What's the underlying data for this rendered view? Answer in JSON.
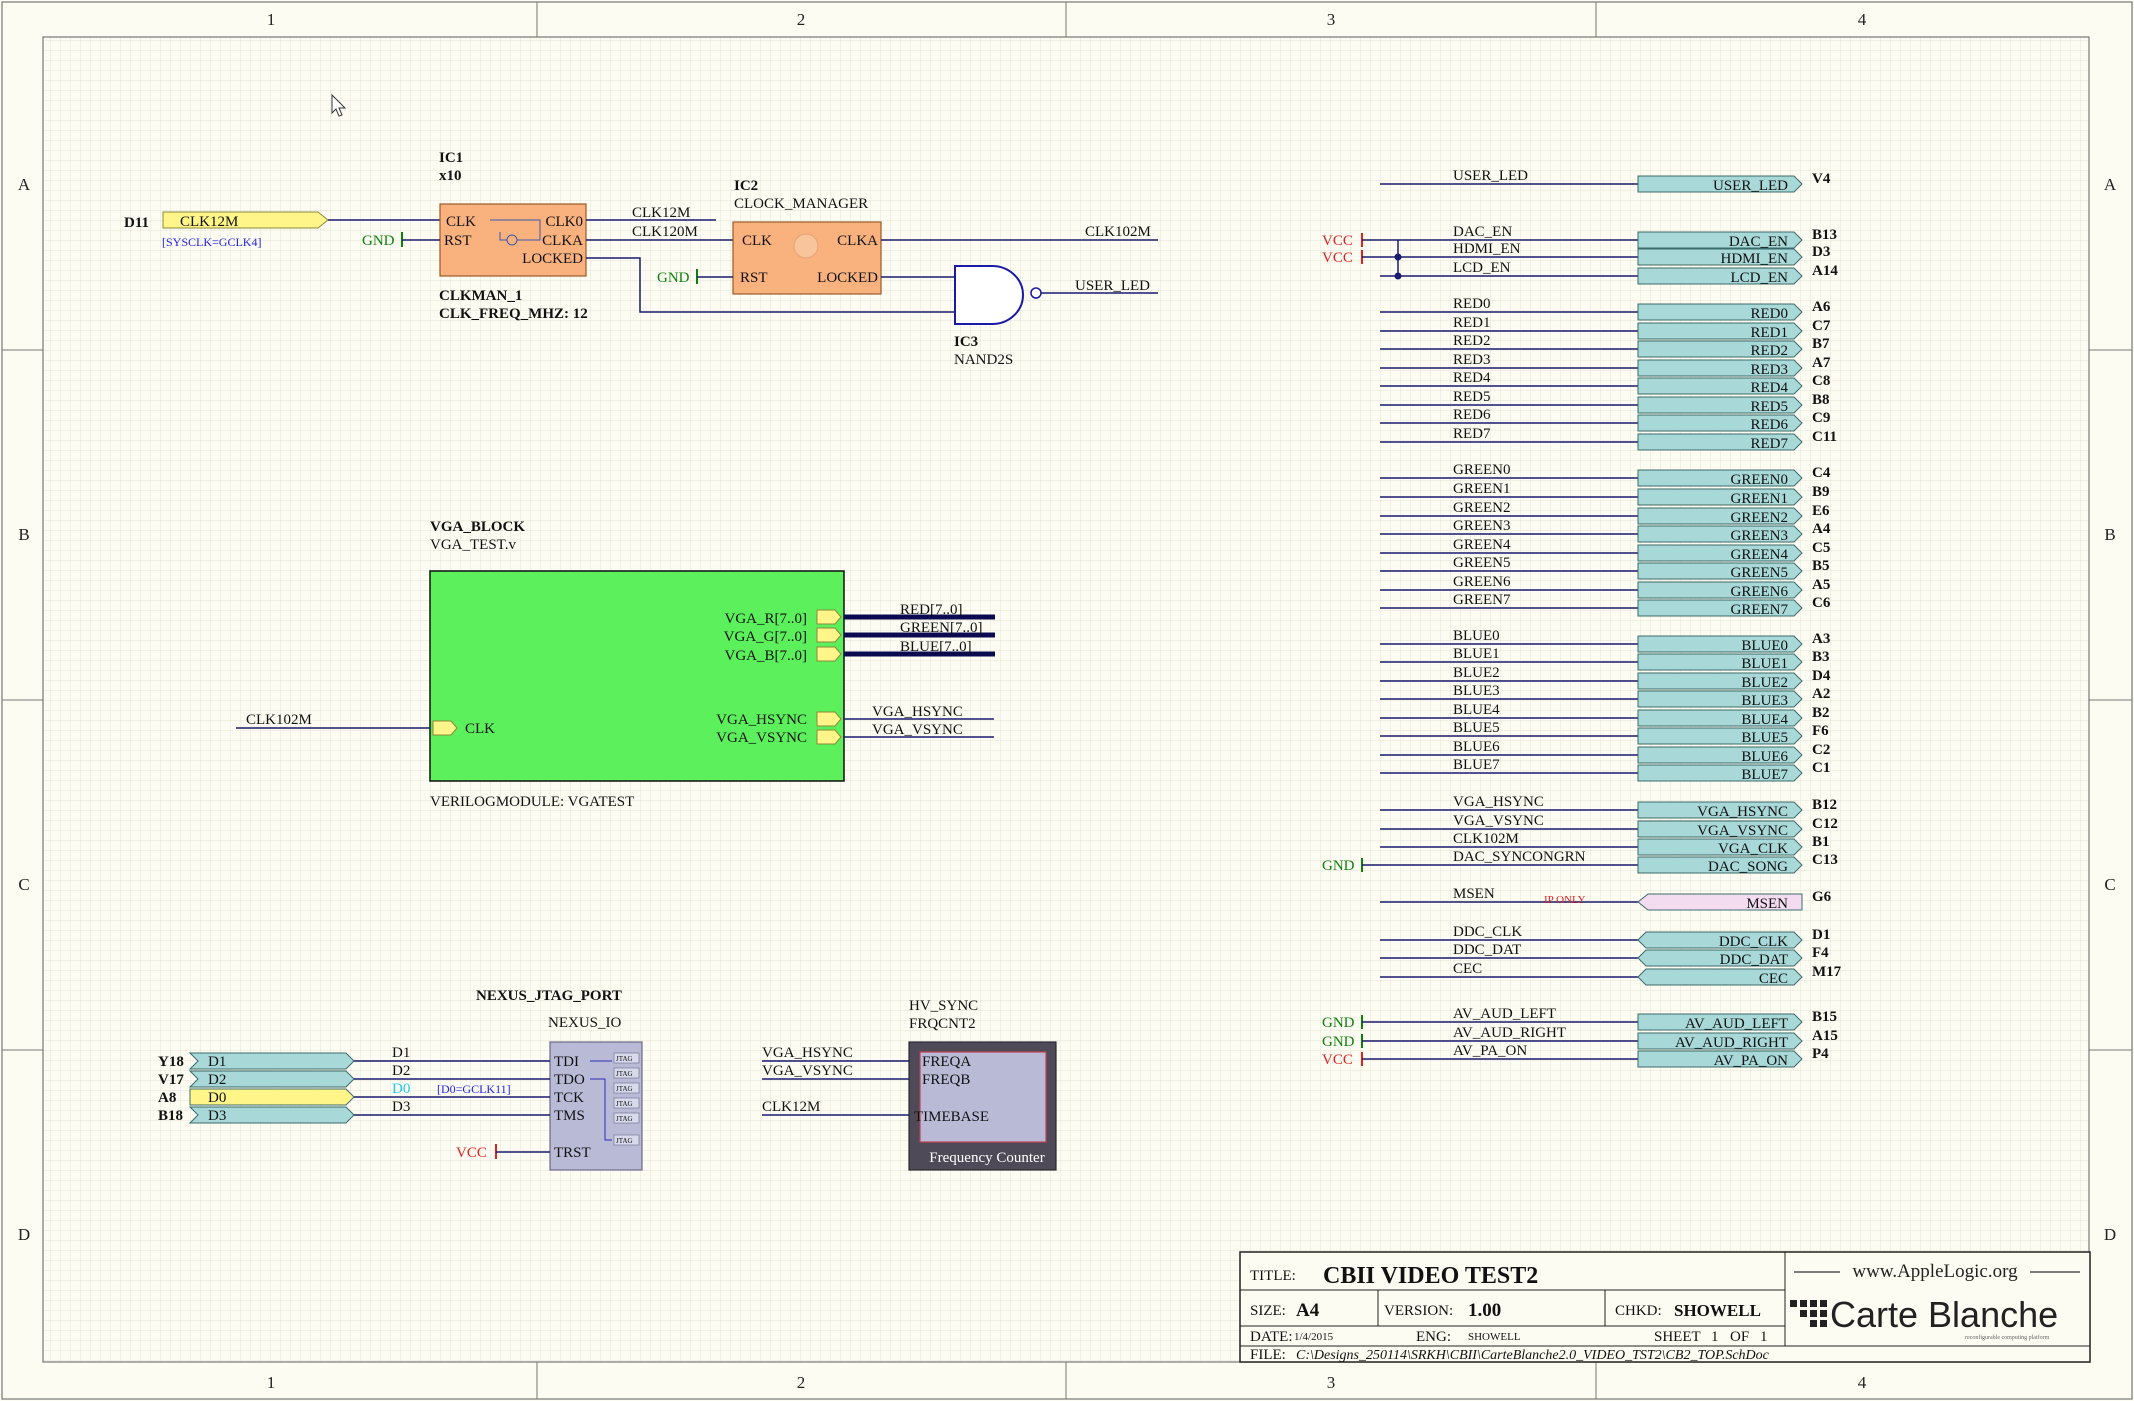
{
  "zones": {
    "columns": [
      "1",
      "2",
      "3",
      "4"
    ],
    "rows": [
      "A",
      "B",
      "C",
      "D"
    ]
  },
  "colors": {
    "wire": "#1a1a6e",
    "bus": "#0a0a50",
    "port_cyan": "#a8d8d8",
    "port_yellow": "#fff588",
    "port_pink": "#f4dcf0",
    "block_orange": "#f9b27e",
    "vga_block_green": "#5cf05c",
    "nexus_blue": "#b9bbd6",
    "freq_counter_dark": "#4e4a58",
    "gnd_green": "#0f7f0f",
    "vcc_red": "#dd2222",
    "directive_blue": "#2222ee"
  },
  "clk_section": {
    "input_pin": "D11",
    "input_port": "CLK12M",
    "sysclk_note": "[SYSCLK=GCLK4]",
    "ic1": {
      "designator": "IC1",
      "multiplier": "x10",
      "pins": [
        "CLK",
        "RST",
        "CLK0",
        "CLKA",
        "LOCKED"
      ],
      "name": "CLKMAN_1",
      "param": "CLK_FREQ_MHZ: 12"
    },
    "net_clk12m": "CLK12M",
    "net_clk120m": "CLK120M",
    "ic2": {
      "designator": "IC2",
      "type": "CLOCK_MANAGER",
      "pins": [
        "CLK",
        "RST",
        "CLKA",
        "LOCKED"
      ]
    },
    "net_clk102m": "CLK102M",
    "ic3": {
      "designator": "IC3",
      "type": "NAND2S"
    },
    "net_user_led": "USER_LED",
    "gnd": "GND"
  },
  "vga_block": {
    "name": "VGA_BLOCK",
    "file": "VGA_TEST.v",
    "ports_out": [
      "VGA_R[7..0]",
      "VGA_G[7..0]",
      "VGA_B[7..0]"
    ],
    "buses": [
      "RED[7..0]",
      "GREEN[7..0]",
      "BLUE[7..0]"
    ],
    "clk_port": "CLK",
    "clk_net": "CLK102M",
    "sync_ports": [
      "VGA_HSYNC",
      "VGA_VSYNC"
    ],
    "sync_nets": [
      "VGA_HSYNC",
      "VGA_VSYNC"
    ],
    "module_label": "VERILOGMODULE: VGATEST"
  },
  "nexus": {
    "title": "NEXUS_JTAG_PORT",
    "type": "NEXUS_IO",
    "ports": [
      {
        "pin": "Y18",
        "name": "D1",
        "net": "D1",
        "kind": "cyan"
      },
      {
        "pin": "V17",
        "name": "D2",
        "net": "D2",
        "kind": "cyan"
      },
      {
        "pin": "A8",
        "name": "D0",
        "net": "D0",
        "kind": "yellow"
      },
      {
        "pin": "B18",
        "name": "D3",
        "net": "D3",
        "kind": "cyan"
      }
    ],
    "d0_directive": "[D0=GCLK11]",
    "jtag_pins": [
      "TDI",
      "TDO",
      "TCK",
      "TMS",
      "TRST"
    ],
    "tiny_labels": [
      "JTAG",
      "JTAG",
      "JTAG",
      "JTAG",
      "JTAG",
      "JTAG"
    ],
    "vcc": "VCC"
  },
  "freq_counter": {
    "designator": "HV_SYNC",
    "type": "FRQCNT2",
    "inputs": [
      "VGA_HSYNC",
      "VGA_VSYNC",
      "CLK12M"
    ],
    "pins": [
      "FREQA",
      "FREQB",
      "TIMEBASE"
    ],
    "label": "Frequency Counter"
  },
  "right_ports": [
    {
      "net": "USER_LED",
      "port": "USER_LED",
      "pin": "V4",
      "kind": "cyan",
      "dir": "out"
    },
    {
      "net": "DAC_EN",
      "port": "DAC_EN",
      "pin": "B13",
      "kind": "cyan",
      "dir": "out",
      "power": "VCC"
    },
    {
      "net": "HDMI_EN",
      "port": "HDMI_EN",
      "pin": "D3",
      "kind": "cyan",
      "dir": "out",
      "power": "VCC"
    },
    {
      "net": "LCD_EN",
      "port": "LCD_EN",
      "pin": "A14",
      "kind": "cyan",
      "dir": "out"
    },
    {
      "net": "RED0",
      "port": "RED0",
      "pin": "A6",
      "kind": "cyan",
      "dir": "out"
    },
    {
      "net": "RED1",
      "port": "RED1",
      "pin": "C7",
      "kind": "cyan",
      "dir": "out"
    },
    {
      "net": "RED2",
      "port": "RED2",
      "pin": "B7",
      "kind": "cyan",
      "dir": "out"
    },
    {
      "net": "RED3",
      "port": "RED3",
      "pin": "A7",
      "kind": "cyan",
      "dir": "out"
    },
    {
      "net": "RED4",
      "port": "RED4",
      "pin": "C8",
      "kind": "cyan",
      "dir": "out"
    },
    {
      "net": "RED5",
      "port": "RED5",
      "pin": "B8",
      "kind": "cyan",
      "dir": "out"
    },
    {
      "net": "RED6",
      "port": "RED6",
      "pin": "C9",
      "kind": "cyan",
      "dir": "out"
    },
    {
      "net": "RED7",
      "port": "RED7",
      "pin": "C11",
      "kind": "cyan",
      "dir": "out"
    },
    {
      "net": "GREEN0",
      "port": "GREEN0",
      "pin": "C4",
      "kind": "cyan",
      "dir": "out"
    },
    {
      "net": "GREEN1",
      "port": "GREEN1",
      "pin": "B9",
      "kind": "cyan",
      "dir": "out"
    },
    {
      "net": "GREEN2",
      "port": "GREEN2",
      "pin": "E6",
      "kind": "cyan",
      "dir": "out"
    },
    {
      "net": "GREEN3",
      "port": "GREEN3",
      "pin": "A4",
      "kind": "cyan",
      "dir": "out"
    },
    {
      "net": "GREEN4",
      "port": "GREEN4",
      "pin": "C5",
      "kind": "cyan",
      "dir": "out"
    },
    {
      "net": "GREEN5",
      "port": "GREEN5",
      "pin": "B5",
      "kind": "cyan",
      "dir": "out"
    },
    {
      "net": "GREEN6",
      "port": "GREEN6",
      "pin": "A5",
      "kind": "cyan",
      "dir": "out"
    },
    {
      "net": "GREEN7",
      "port": "GREEN7",
      "pin": "C6",
      "kind": "cyan",
      "dir": "out"
    },
    {
      "net": "BLUE0",
      "port": "BLUE0",
      "pin": "A3",
      "kind": "cyan",
      "dir": "out"
    },
    {
      "net": "BLUE1",
      "port": "BLUE1",
      "pin": "B3",
      "kind": "cyan",
      "dir": "out"
    },
    {
      "net": "BLUE2",
      "port": "BLUE2",
      "pin": "D4",
      "kind": "cyan",
      "dir": "out"
    },
    {
      "net": "BLUE3",
      "port": "BLUE3",
      "pin": "A2",
      "kind": "cyan",
      "dir": "out"
    },
    {
      "net": "BLUE4",
      "port": "BLUE4",
      "pin": "B2",
      "kind": "cyan",
      "dir": "out"
    },
    {
      "net": "BLUE5",
      "port": "BLUE5",
      "pin": "F6",
      "kind": "cyan",
      "dir": "out"
    },
    {
      "net": "BLUE6",
      "port": "BLUE6",
      "pin": "C2",
      "kind": "cyan",
      "dir": "out"
    },
    {
      "net": "BLUE7",
      "port": "BLUE7",
      "pin": "C1",
      "kind": "cyan",
      "dir": "out"
    },
    {
      "net": "VGA_HSYNC",
      "port": "VGA_HSYNC",
      "pin": "B12",
      "kind": "cyan",
      "dir": "out"
    },
    {
      "net": "VGA_VSYNC",
      "port": "VGA_VSYNC",
      "pin": "C12",
      "kind": "cyan",
      "dir": "out"
    },
    {
      "net": "CLK102M",
      "port": "VGA_CLK",
      "pin": "B1",
      "kind": "cyan",
      "dir": "out"
    },
    {
      "net": "DAC_SYNCONGRN",
      "port": "DAC_SONG",
      "pin": "C13",
      "kind": "cyan",
      "dir": "out",
      "power": "GND"
    },
    {
      "net": "MSEN",
      "port": "MSEN",
      "pin": "G6",
      "kind": "pink",
      "dir": "in",
      "note": "IP ONLY"
    },
    {
      "net": "DDC_CLK",
      "port": "DDC_CLK",
      "pin": "D1",
      "kind": "cyan",
      "dir": "bi"
    },
    {
      "net": "DDC_DAT",
      "port": "DDC_DAT",
      "pin": "F4",
      "kind": "cyan",
      "dir": "bi"
    },
    {
      "net": "CEC",
      "port": "CEC",
      "pin": "M17",
      "kind": "cyan",
      "dir": "bi"
    },
    {
      "net": "AV_AUD_LEFT",
      "port": "AV_AUD_LEFT",
      "pin": "B15",
      "kind": "cyan",
      "dir": "out",
      "power": "GND"
    },
    {
      "net": "AV_AUD_RIGHT",
      "port": "AV_AUD_RIGHT",
      "pin": "A15",
      "kind": "cyan",
      "dir": "out",
      "power": "GND"
    },
    {
      "net": "AV_PA_ON",
      "port": "AV_PA_ON",
      "pin": "P4",
      "kind": "cyan",
      "dir": "out",
      "power": "VCC"
    }
  ],
  "title_block": {
    "title_label": "TITLE:",
    "title": "CBII VIDEO TEST2",
    "size_label": "SIZE:",
    "size": "A4",
    "version_label": "VERSION:",
    "version": "1.00",
    "chkd_label": "CHKD:",
    "chkd": "SHOWELL",
    "date_label": "DATE:",
    "date": "1/4/2015",
    "eng_label": "ENG:",
    "eng": "SHOWELL",
    "sheet_label": "SHEET",
    "sheet": "1",
    "of_label": "OF",
    "of": "1",
    "file_label": "FILE:",
    "file": "C:\\Designs_250114\\SRKH\\CBII\\CarteBlanche2.0_VIDEO_TST2\\CB2_TOP.SchDoc",
    "logo_url": "www.AppleLogic.org",
    "logo_name": "Carte Blanche",
    "logo_tagline": "reconfigurable computing platform"
  }
}
